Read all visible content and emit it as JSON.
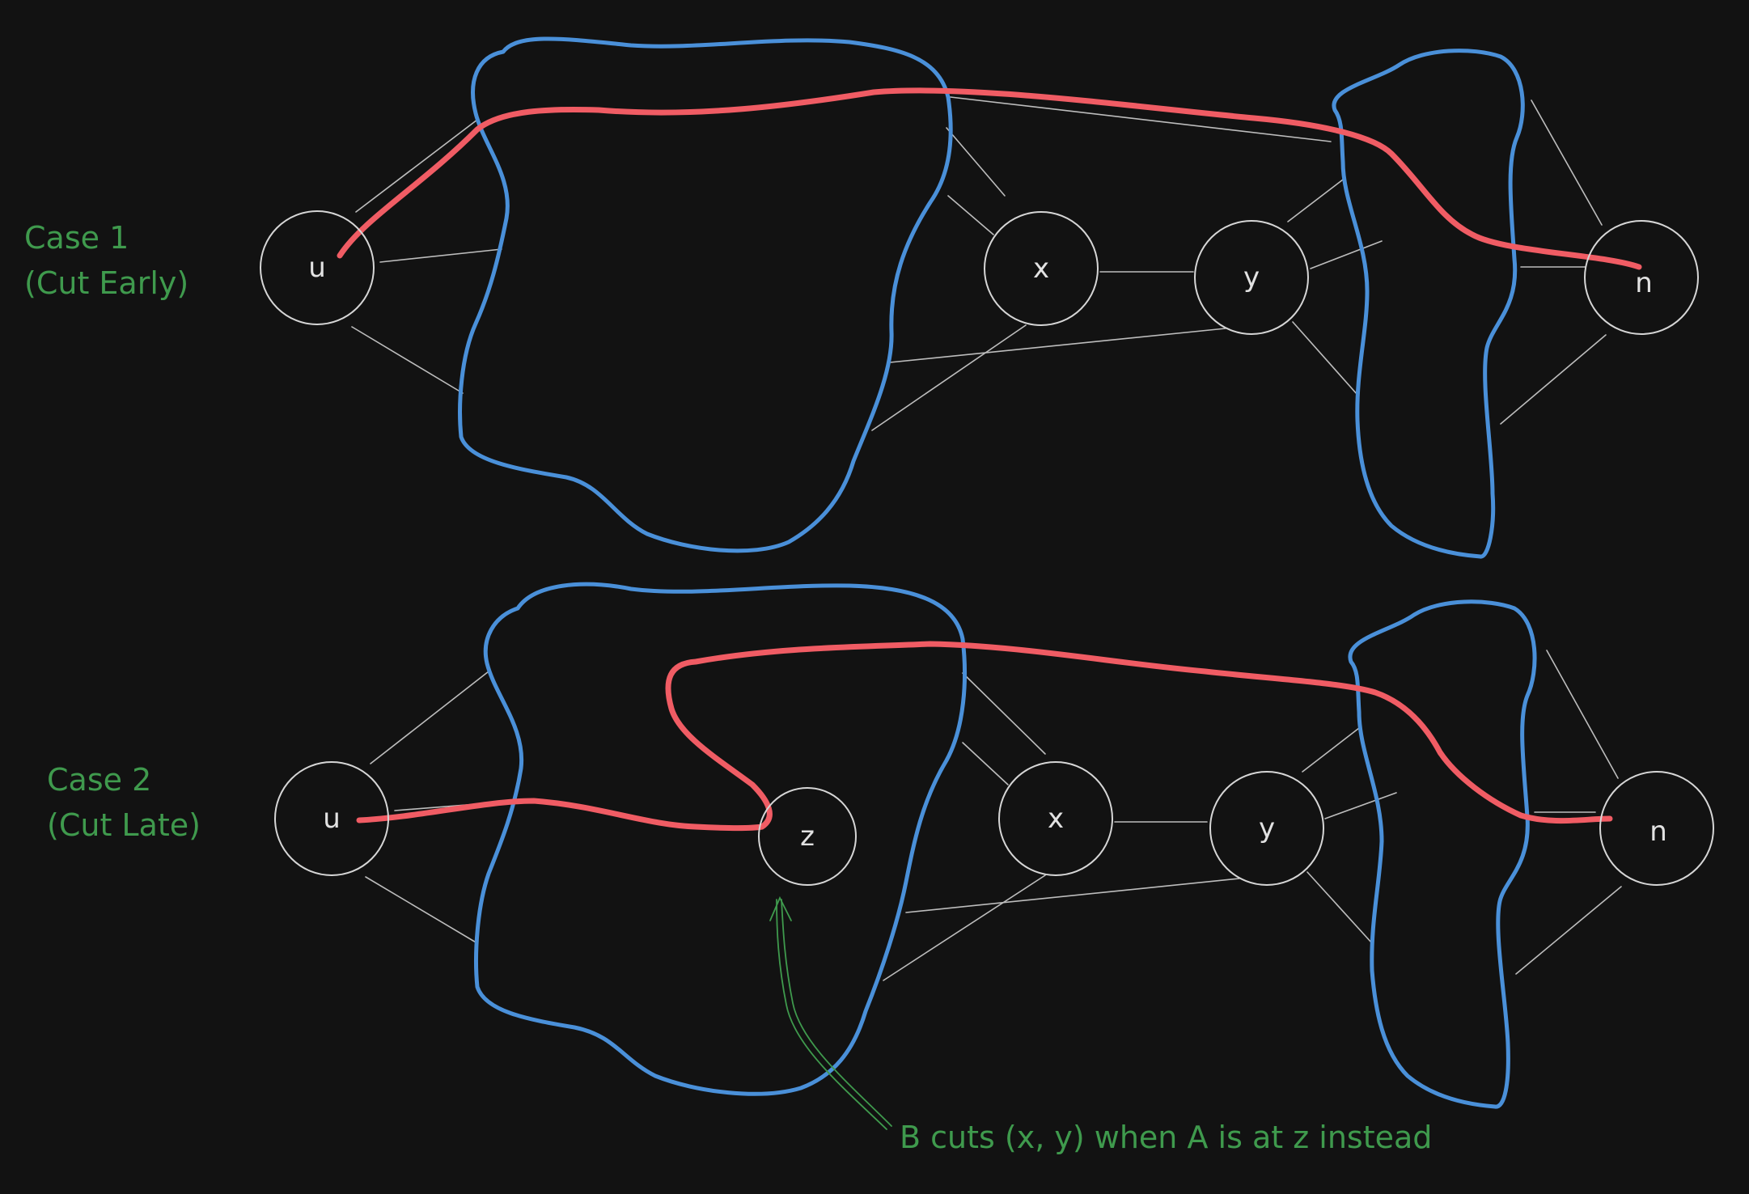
{
  "cases": [
    {
      "title": "Case 1",
      "subtitle": "(Cut Early)"
    },
    {
      "title": "Case 2",
      "subtitle": "(Cut Late)"
    }
  ],
  "nodes": {
    "case1": {
      "u": "u",
      "x": "x",
      "y": "y",
      "n": "n"
    },
    "case2": {
      "u": "u",
      "z": "z",
      "x": "x",
      "y": "y",
      "n": "n"
    }
  },
  "annotation": "B cuts (x, y) when A is at z instead",
  "colors": {
    "background": "#121212",
    "region": "#4a90d9",
    "path": "#f05c64",
    "label": "#3f9a4d",
    "edge": "#bdbdbd"
  }
}
